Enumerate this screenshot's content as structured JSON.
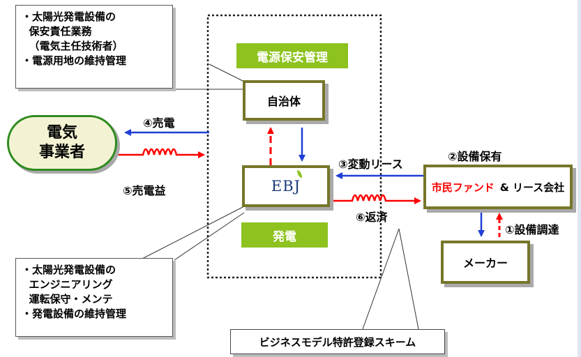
{
  "callout_top": {
    "lines": [
      "・太陽光発電設備の",
      "  保安責任業務",
      "  （電気主任技術者）",
      "・電源用地の維持管理"
    ]
  },
  "callout_bottom": {
    "lines": [
      "・太陽光発電設備の",
      "  エンジニアリング",
      "  運転保守・メンテ",
      "・発電設備の維持管理"
    ]
  },
  "labels": {
    "power_safety": "電源保安管理",
    "generation": "発電",
    "municipality": "自治体",
    "ebj_logo": "EBJ",
    "utility_line1": "電気",
    "utility_line2": "事業者",
    "citizen_fund": "市民ファンド",
    "lease_company": "& リース会社",
    "maker": "メーカー",
    "scheme": "ビジネスモデル特許登録スキーム"
  },
  "flows": {
    "sell_power": "④売電",
    "sell_profit": "⑤売電益",
    "variable_lease": "③変動リース",
    "equipment_owned": "②設備保有",
    "repayment": "⑥返済",
    "equipment_procurement": "①設備調達"
  },
  "colors": {
    "blue_arrow": "#1f3fd6",
    "red_arrow": "#ff0000",
    "olive_border": "#76762a",
    "green_label": "#8dc21f",
    "utility_fill": "#f3f3d3",
    "utility_border": "#2e8b1e",
    "fund_text": "#ff0000"
  }
}
